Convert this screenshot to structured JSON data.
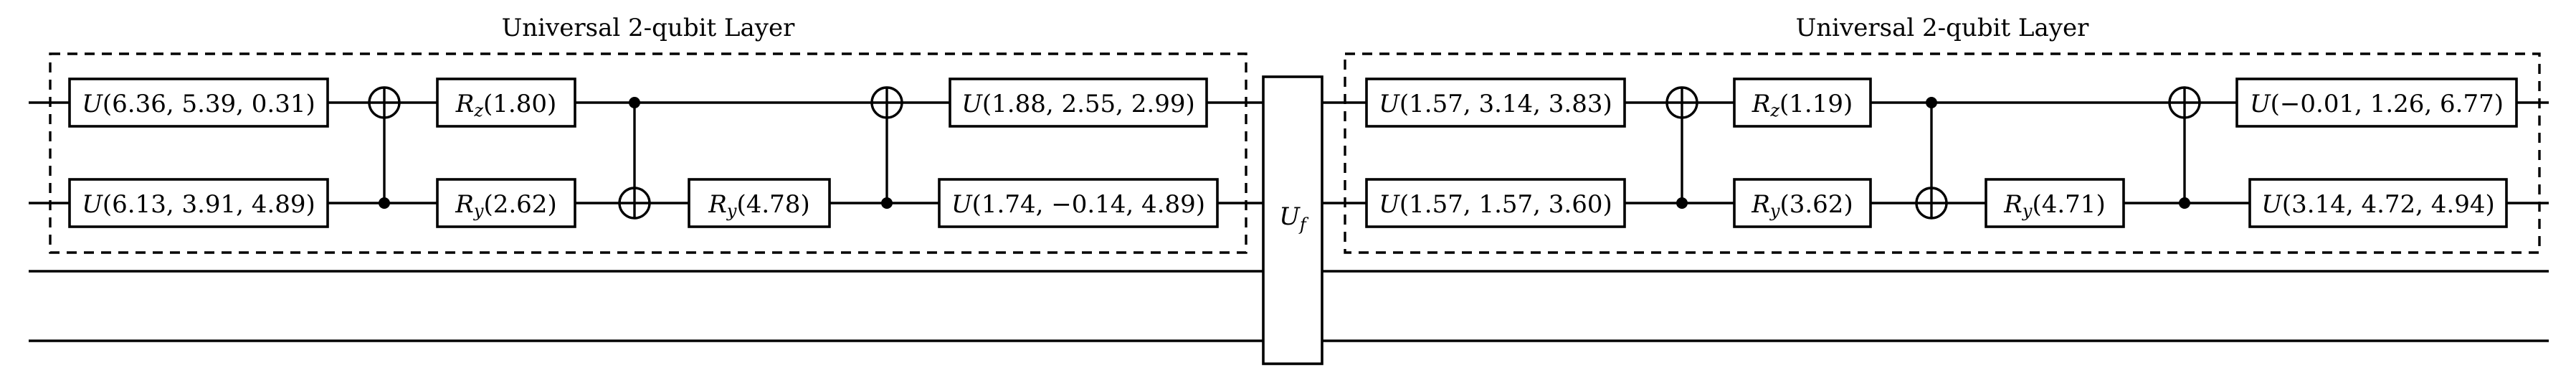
{
  "diagram": {
    "wires": [
      {
        "id": "q0"
      },
      {
        "id": "q1"
      },
      {
        "id": "q2"
      },
      {
        "id": "q3"
      }
    ],
    "layers": [
      {
        "title": "Universal 2-qubit Layer",
        "gates": [
          {
            "name": "U",
            "sub": "",
            "params": "6.36, 5.39, 0.31",
            "wire": 0
          },
          {
            "name": "U",
            "sub": "",
            "params": "6.13, 3.91, 4.89",
            "wire": 1
          },
          {
            "name": "R",
            "sub": "z",
            "params": "1.80",
            "wire": 0
          },
          {
            "name": "R",
            "sub": "y",
            "params": "2.62",
            "wire": 1
          },
          {
            "name": "R",
            "sub": "y",
            "params": "4.78",
            "wire": 1
          },
          {
            "name": "U",
            "sub": "",
            "params": "1.88, 2.55, 2.99",
            "wire": 0
          },
          {
            "name": "U",
            "sub": "",
            "params": "1.74, −0.14, 4.89",
            "wire": 1
          }
        ],
        "cnots": [
          {
            "control": 1,
            "target": 0
          },
          {
            "control": 0,
            "target": 1
          },
          {
            "control": 1,
            "target": 0
          }
        ]
      },
      {
        "title": "Universal 2-qubit Layer",
        "gates": [
          {
            "name": "U",
            "sub": "",
            "params": "1.57, 3.14, 3.83",
            "wire": 0
          },
          {
            "name": "U",
            "sub": "",
            "params": "1.57, 1.57, 3.60",
            "wire": 1
          },
          {
            "name": "R",
            "sub": "z",
            "params": "1.19",
            "wire": 0
          },
          {
            "name": "R",
            "sub": "y",
            "params": "3.62",
            "wire": 1
          },
          {
            "name": "R",
            "sub": "y",
            "params": "4.71",
            "wire": 1
          },
          {
            "name": "U",
            "sub": "",
            "params": "−0.01, 1.26, 6.77",
            "wire": 0
          },
          {
            "name": "U",
            "sub": "",
            "params": "3.14, 4.72, 4.94",
            "wire": 1
          }
        ],
        "cnots": [
          {
            "control": 1,
            "target": 0
          },
          {
            "control": 0,
            "target": 1
          },
          {
            "control": 1,
            "target": 0
          }
        ]
      }
    ],
    "oracle": {
      "name": "U",
      "sub": "f",
      "wires": [
        0,
        1,
        2,
        3
      ]
    }
  }
}
